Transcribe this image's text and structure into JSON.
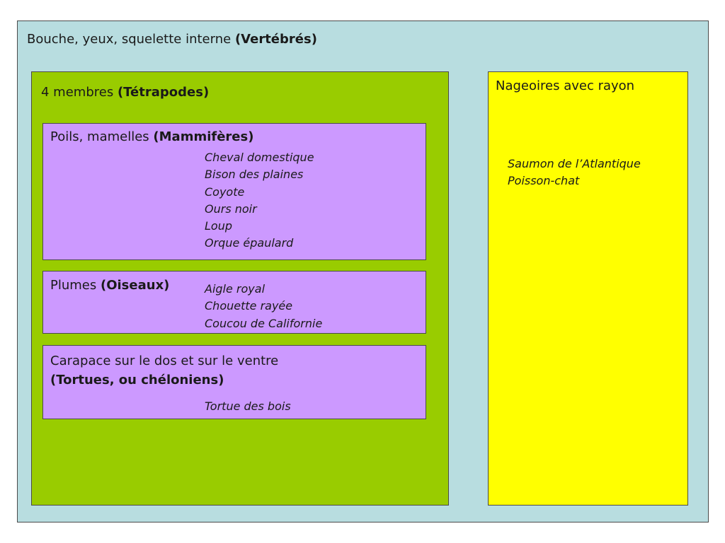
{
  "vertebres": {
    "label": "Bouche, yeux, squelette interne",
    "bold": "(Vertébrés)"
  },
  "tetrapodes": {
    "label": "4 membres",
    "bold": "(Tétrapodes)"
  },
  "mammiferes": {
    "label": "Poils, mamelles",
    "bold": "(Mammifères)",
    "species": [
      "Cheval domestique",
      "Bison des plaines",
      "Coyote",
      "Ours noir",
      "Loup",
      "Orque épaulard"
    ]
  },
  "oiseaux": {
    "label": "Plumes",
    "bold": "(Oiseaux)",
    "species": [
      "Aigle royal",
      "Chouette rayée",
      "Coucou de Californie"
    ]
  },
  "tortues": {
    "label": "Carapace sur le dos et sur le ventre",
    "bold": "(Tortues, ou chéloniens)",
    "species": [
      "Tortue des bois"
    ]
  },
  "nageoires": {
    "label": "Nageoires avec rayon",
    "species": [
      "Saumon de l’Atlantique",
      "Poisson-chat"
    ]
  },
  "colors": {
    "vertebres_bg": "#b8dde0",
    "tetrapodes_bg": "#99cc00",
    "subgroup_bg": "#cc99ff",
    "nageoires_bg": "#ffff00"
  }
}
